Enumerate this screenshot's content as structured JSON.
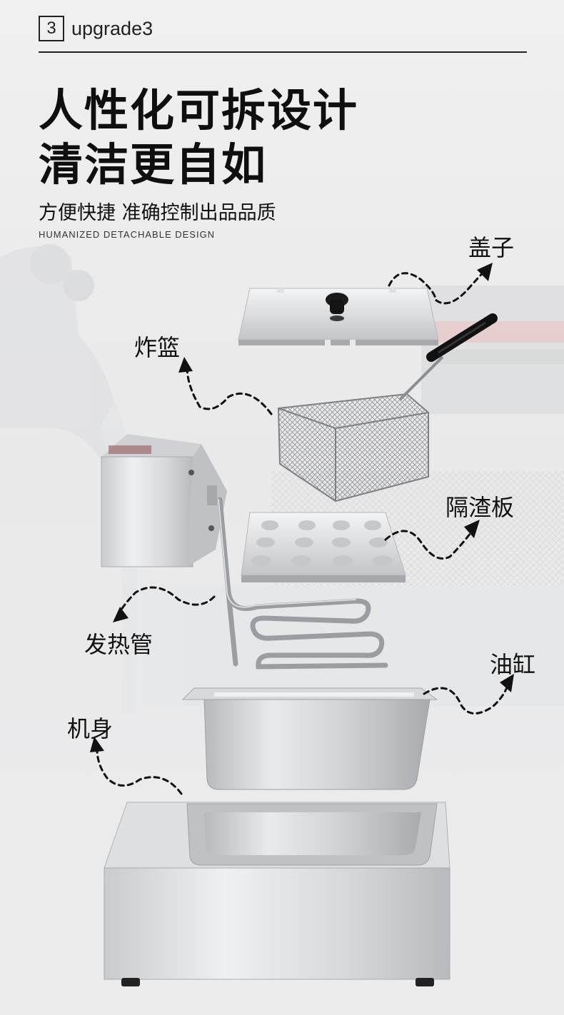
{
  "header": {
    "badge_number": "3",
    "badge_text": "upgrade3",
    "headline_line1": "人性化可拆设计",
    "headline_line2": "清洁更自如",
    "subline": "方便快捷 准确控制出品品质",
    "english": "HUMANIZED DETACHABLE DESIGN"
  },
  "labels": {
    "lid": "盖子",
    "basket": "炸篮",
    "plate": "隔渣板",
    "heater": "发热管",
    "tank": "油缸",
    "body": "机身"
  }
}
